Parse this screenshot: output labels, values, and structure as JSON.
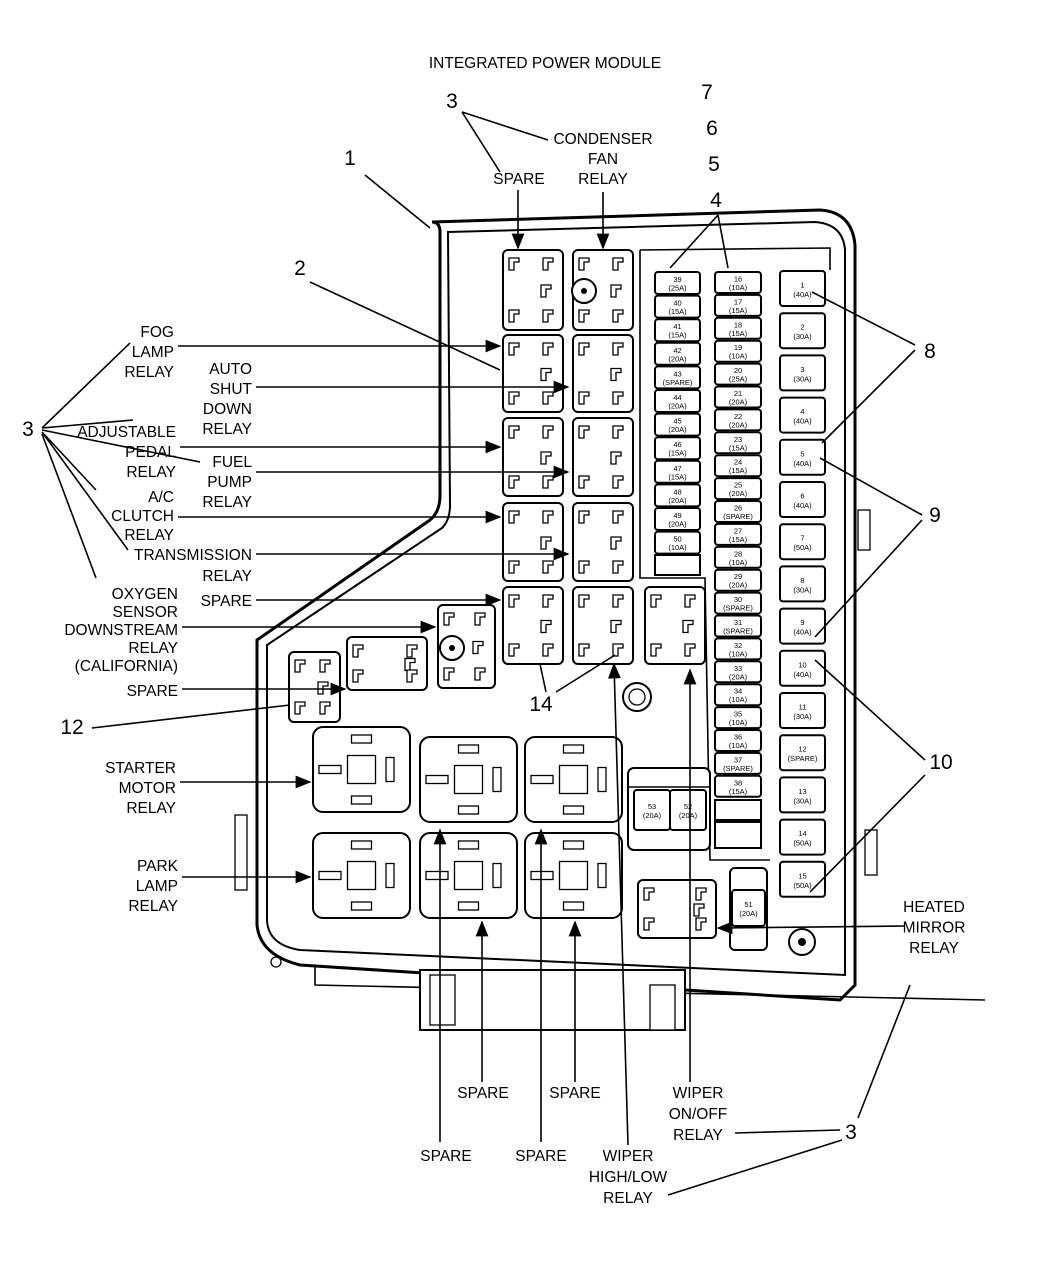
{
  "title": "INTEGRATED POWER MODULE",
  "callout_numbers": {
    "n1": "1",
    "n2": "2",
    "n3_top": "3",
    "n3_left": "3",
    "n3_bottom": "3",
    "n4": "4",
    "n5": "5",
    "n6": "6",
    "n7": "7",
    "n8": "8",
    "n9": "9",
    "n10": "10",
    "n12": "12",
    "n14": "14"
  },
  "labels": {
    "condenser_fan_relay": [
      "CONDENSER",
      "FAN",
      "RELAY"
    ],
    "spare_top": [
      "SPARE"
    ],
    "fog_lamp_relay": [
      "FOG",
      "LAMP",
      "RELAY"
    ],
    "auto_shut_down_relay": [
      "AUTO",
      "SHUT",
      "DOWN",
      "RELAY"
    ],
    "adjustable_pedal_relay": [
      "ADJUSTABLE",
      "PEDAL",
      "RELAY"
    ],
    "fuel_pump_relay": [
      "FUEL",
      "PUMP",
      "RELAY"
    ],
    "ac_clutch_relay": [
      "A/C",
      "CLUTCH",
      "RELAY"
    ],
    "transmission_relay": [
      "TRANSMISSION",
      "RELAY"
    ],
    "spare_mid": [
      "SPARE"
    ],
    "oxygen_sensor_relay": [
      "OXYGEN",
      "SENSOR",
      "DOWNSTREAM",
      "RELAY",
      "(CALIFORNIA)"
    ],
    "spare_small": [
      "SPARE"
    ],
    "starter_motor_relay": [
      "STARTER",
      "MOTOR",
      "RELAY"
    ],
    "park_lamp_relay": [
      "PARK",
      "LAMP",
      "RELAY"
    ],
    "heated_mirror_relay": [
      "HEATED",
      "MIRROR",
      "RELAY"
    ],
    "spare_b1": [
      "SPARE"
    ],
    "spare_b2": [
      "SPARE"
    ],
    "spare_b3": [
      "SPARE"
    ],
    "spare_b4": [
      "SPARE"
    ],
    "wiper_on_off_relay": [
      "WIPER",
      "ON/OFF",
      "RELAY"
    ],
    "wiper_high_low_relay": [
      "WIPER",
      "HIGH/LOW",
      "RELAY"
    ]
  },
  "fuses_left": [
    [
      "39",
      "(25A)"
    ],
    [
      "40",
      "(15A)"
    ],
    [
      "41",
      "(15A)"
    ],
    [
      "42",
      "(20A)"
    ],
    [
      "43",
      "(SPARE)"
    ],
    [
      "44",
      "(20A)"
    ],
    [
      "45",
      "(20A)"
    ],
    [
      "46",
      "(15A)"
    ],
    [
      "47",
      "(15A)"
    ],
    [
      "48",
      "(20A)"
    ],
    [
      "49",
      "(20A)"
    ],
    [
      "50",
      "(10A)"
    ]
  ],
  "fuses_middle": [
    [
      "16",
      "(10A)"
    ],
    [
      "17",
      "(15A)"
    ],
    [
      "18",
      "(15A)"
    ],
    [
      "19",
      "(10A)"
    ],
    [
      "20",
      "(25A)"
    ],
    [
      "21",
      "(20A)"
    ],
    [
      "22",
      "(20A)"
    ],
    [
      "23",
      "(15A)"
    ],
    [
      "24",
      "(15A)"
    ],
    [
      "25",
      "(20A)"
    ],
    [
      "26",
      "(SPARE)"
    ],
    [
      "27",
      "(15A)"
    ],
    [
      "28",
      "(10A)"
    ],
    [
      "29",
      "(20A)"
    ],
    [
      "30",
      "(SPARE)"
    ],
    [
      "31",
      "(SPARE)"
    ],
    [
      "32",
      "(10A)"
    ],
    [
      "33",
      "(20A)"
    ],
    [
      "34",
      "(10A)"
    ],
    [
      "35",
      "(10A)"
    ],
    [
      "36",
      "(10A)"
    ],
    [
      "37",
      "(SPARE)"
    ],
    [
      "38",
      "(15A)"
    ]
  ],
  "fuses_right": [
    [
      "1",
      "(40A)"
    ],
    [
      "2",
      "(30A)"
    ],
    [
      "3",
      "(30A)"
    ],
    [
      "4",
      "(40A)"
    ],
    [
      "5",
      "(40A)"
    ],
    [
      "6",
      "(40A)"
    ],
    [
      "7",
      "(50A)"
    ],
    [
      "8",
      "(30A)"
    ],
    [
      "9",
      "(40A)"
    ],
    [
      "10",
      "(40A)"
    ],
    [
      "11",
      "(30A)"
    ],
    [
      "12",
      "(SPARE)"
    ],
    [
      "13",
      "(30A)"
    ],
    [
      "14",
      "(50A)"
    ],
    [
      "15",
      "(50A)"
    ]
  ],
  "fuses_other": {
    "f51": [
      "51",
      "(20A)"
    ],
    "f52": [
      "52",
      "(20A)"
    ],
    "f53": [
      "53",
      "(20A)"
    ]
  }
}
